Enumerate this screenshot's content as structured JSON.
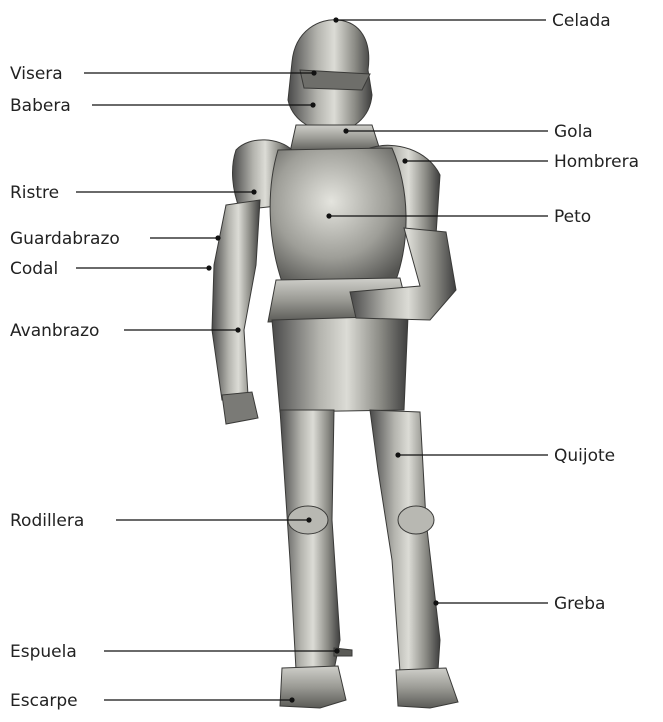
{
  "colors": {
    "background": "#ffffff",
    "text": "#222222",
    "leader": "#111111",
    "steel_dark": "#4a4a4a",
    "steel_mid": "#8c8c88",
    "steel_light": "#d8d8d4"
  },
  "labels": {
    "celada": "Celada",
    "visera": "Visera",
    "babera": "Babera",
    "gola": "Gola",
    "hombrera": "Hombrera",
    "ristre": "Ristre",
    "peto": "Peto",
    "guardabrazo": "Guardabrazo",
    "codal": "Codal",
    "avanbrazo": "Avanbrazo",
    "quijote": "Quijote",
    "rodillera": "Rodillera",
    "greba": "Greba",
    "espuela": "Espuela",
    "escarpe": "Escarpe"
  },
  "figure": {
    "subject": "armor-photo"
  }
}
